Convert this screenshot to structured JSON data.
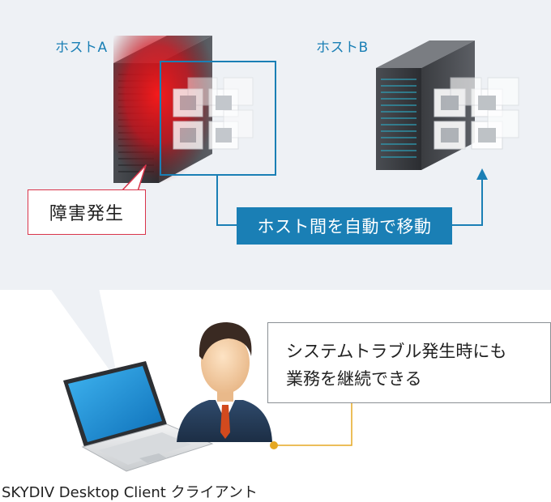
{
  "hosts": {
    "host_a_label": "ホストA",
    "host_b_label": "ホストB"
  },
  "failure_callout": {
    "text": "障害発生"
  },
  "migration_banner": {
    "text": "ホスト間を自動で移動"
  },
  "benefit_callout": {
    "line1": "システムトラブル発生時にも",
    "line2": "業務を継続できる"
  },
  "client": {
    "label": "SKYDIV Desktop Client クライアント"
  },
  "colors": {
    "panel_bg": "#eef1f5",
    "accent_blue": "#1a7fb5",
    "alert_red": "#d9344a",
    "connector_orange": "#e5a823"
  }
}
